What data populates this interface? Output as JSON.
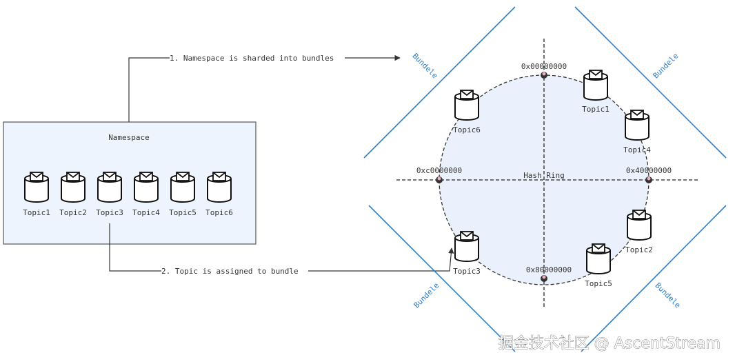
{
  "namespace": {
    "title": "Namespace",
    "topics": [
      "Topic1",
      "Topic2",
      "Topic3",
      "Topic4",
      "Topic5",
      "Topic6"
    ]
  },
  "steps": {
    "step1": "1. Namespace is sharded into bundles",
    "step2": "2. Topic is assigned to bundle"
  },
  "ring": {
    "label": "Hash Ring",
    "points": {
      "top": "0x00000000",
      "right": "0x40000000",
      "bottom": "0x80000000",
      "left": "0xc0000000"
    },
    "topics": {
      "t1": "Topic1",
      "t2": "Topic2",
      "t3": "Topic3",
      "t4": "Topic4",
      "t5": "Topic5",
      "t6": "Topic6"
    }
  },
  "bundles": [
    "Bundele",
    "Bundele",
    "Bundele",
    "Bundele"
  ],
  "watermark": "掘金技术社区 @ AscentStream",
  "colors": {
    "box_fill": "#eef4fd",
    "bundle_line": "#2f7fc8",
    "ring_fill": "#eaf1fc"
  }
}
